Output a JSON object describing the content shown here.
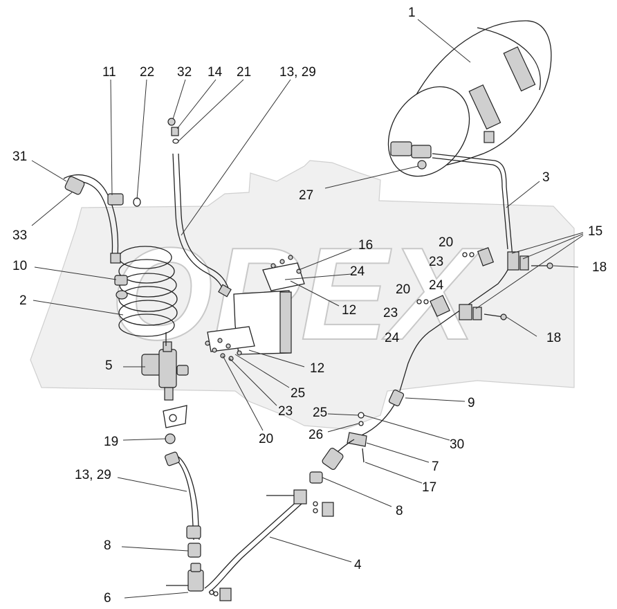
{
  "watermark": {
    "text": "OPEX"
  },
  "callouts": [
    {
      "id": "c1",
      "text": "1"
    },
    {
      "id": "c11",
      "text": "11"
    },
    {
      "id": "c22",
      "text": "22"
    },
    {
      "id": "c32",
      "text": "32"
    },
    {
      "id": "c14",
      "text": "14"
    },
    {
      "id": "c21",
      "text": "21"
    },
    {
      "id": "c13a",
      "text": "13, 29"
    },
    {
      "id": "c31",
      "text": "31"
    },
    {
      "id": "c33",
      "text": "33"
    },
    {
      "id": "c27",
      "text": "27"
    },
    {
      "id": "c3",
      "text": "3"
    },
    {
      "id": "c15",
      "text": "15"
    },
    {
      "id": "c20a",
      "text": "20"
    },
    {
      "id": "c16",
      "text": "16"
    },
    {
      "id": "c23a",
      "text": "23"
    },
    {
      "id": "c24a",
      "text": "24"
    },
    {
      "id": "c18a",
      "text": "18"
    },
    {
      "id": "c10",
      "text": "10"
    },
    {
      "id": "c24b",
      "text": "24"
    },
    {
      "id": "c20b",
      "text": "20"
    },
    {
      "id": "c12a",
      "text": "12"
    },
    {
      "id": "c2",
      "text": "2"
    },
    {
      "id": "c23b",
      "text": "23"
    },
    {
      "id": "c24c",
      "text": "24"
    },
    {
      "id": "c18b",
      "text": "18"
    },
    {
      "id": "c5",
      "text": "5"
    },
    {
      "id": "c12b",
      "text": "12"
    },
    {
      "id": "c25a",
      "text": "25"
    },
    {
      "id": "c23c",
      "text": "23"
    },
    {
      "id": "c9",
      "text": "9"
    },
    {
      "id": "c25b",
      "text": "25"
    },
    {
      "id": "c26",
      "text": "26"
    },
    {
      "id": "c30",
      "text": "30"
    },
    {
      "id": "c20c",
      "text": "20"
    },
    {
      "id": "c19",
      "text": "19"
    },
    {
      "id": "c7",
      "text": "7"
    },
    {
      "id": "c17",
      "text": "17"
    },
    {
      "id": "c13b",
      "text": "13, 29"
    },
    {
      "id": "c8a",
      "text": "8"
    },
    {
      "id": "c8b",
      "text": "8"
    },
    {
      "id": "c4",
      "text": "4"
    },
    {
      "id": "c6",
      "text": "6"
    }
  ]
}
